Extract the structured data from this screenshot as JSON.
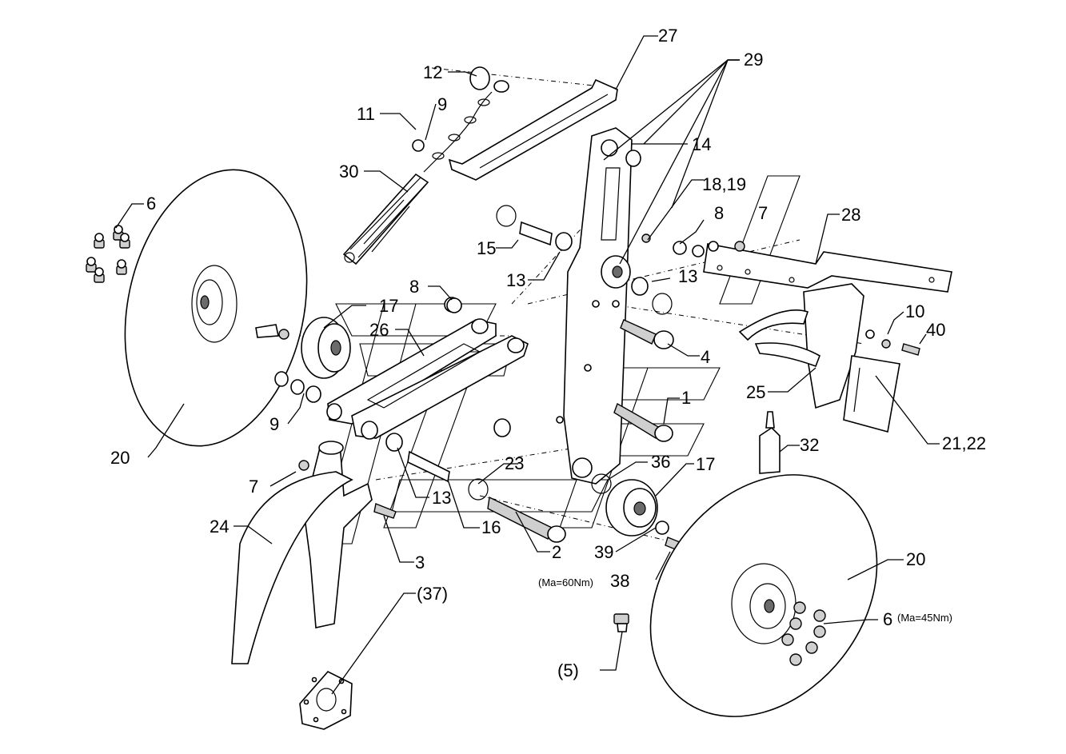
{
  "labels": {
    "p1": "1",
    "p2": "2",
    "p3": "3",
    "p4": "4",
    "p5": "(5)",
    "p6a": "6",
    "p6b": "6",
    "p6b_note": "(Ma=45Nm)",
    "p7a": "7",
    "p7b": "7",
    "p8a": "8",
    "p8b": "8",
    "p9a": "9",
    "p9b": "9",
    "p10": "10",
    "p11": "11",
    "p12": "12",
    "p13a": "13",
    "p13b": "13",
    "p13c": "13",
    "p14": "14",
    "p15": "15",
    "p16": "16",
    "p17a": "17",
    "p17b": "17",
    "p1819": "18,19",
    "p20a": "20",
    "p20b": "20",
    "p2122": "21,22",
    "p23": "23",
    "p24": "24",
    "p25": "25",
    "p26": "26",
    "p27": "27",
    "p28": "28",
    "p29": "29",
    "p30": "30",
    "p32": "32",
    "p36": "36",
    "p37": "(37)",
    "p38": "38",
    "p38_note": "(Ma=60Nm)",
    "p39": "39",
    "p40": "40"
  }
}
